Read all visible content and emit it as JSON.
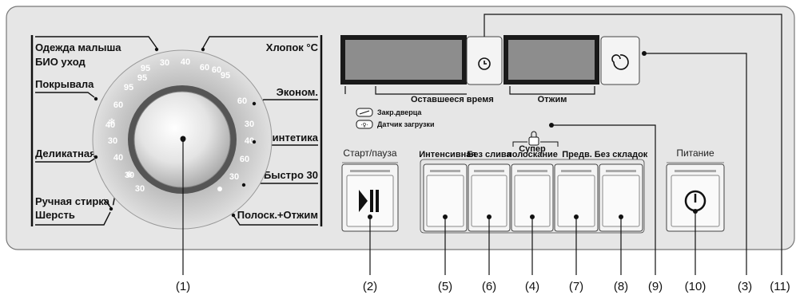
{
  "programs_left": [
    "Одежда малыша",
    "БИО уход",
    "Покрывала",
    "Деликатная",
    "Ручная стирка /",
    "Шерсть"
  ],
  "programs_right": [
    "Хлопок °C",
    "Эконом.",
    "Синтетика",
    "Быстро 30",
    "Полоск.+Отжим"
  ],
  "dial_temps": [
    "95",
    "30",
    "40",
    "60",
    "95",
    "60",
    "30",
    "40",
    "60",
    "30",
    "95",
    "60",
    "30",
    "40",
    "30",
    "95",
    "60",
    "40",
    "30"
  ],
  "display": {
    "indicator_door": "Закр.дверца",
    "indicator_load": "Датчик загрузки",
    "remaining_time": "Оставшееся время",
    "spin": "Отжим"
  },
  "buttons": {
    "start_pause": "Старт/пауза",
    "intensive": "Интенсивная",
    "no_drain": "Без слива",
    "super_rinse_1": "Супер",
    "super_rinse_2": "полоскание",
    "prewash": "Предв.",
    "no_crease": "Без складок",
    "power": "Питание"
  },
  "callouts": [
    "(1)",
    "(2)",
    "(5)",
    "(6)",
    "(4)",
    "(7)",
    "(8)",
    "(9)",
    "(10)",
    "(3)",
    "(11)"
  ],
  "icons": [
    "clock-icon",
    "spin-speed-icon",
    "play-pause-icon",
    "power-icon",
    "child-lock-icon",
    "door-lock-icon",
    "load-sensor-icon"
  ]
}
